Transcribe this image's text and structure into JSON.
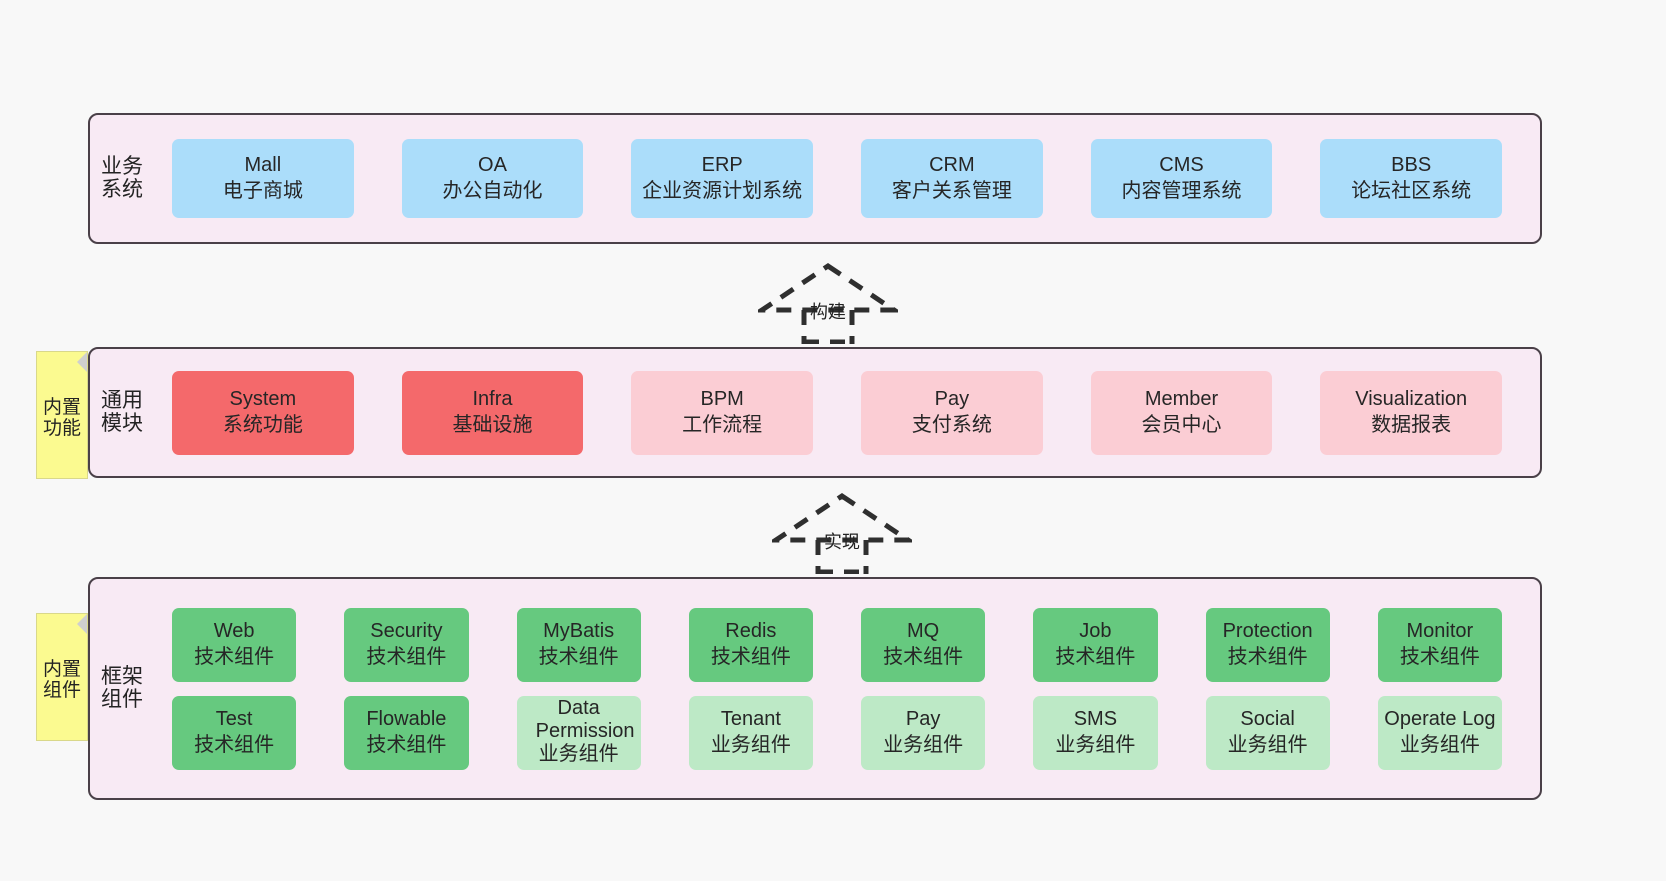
{
  "diagram": {
    "title": "",
    "colors": {
      "layer_bg": "#f8eaf4",
      "layer_border": "#4a4048",
      "blue": "#abddfa",
      "red": "#f4696b",
      "pink": "#fbcdd4",
      "green": "#66c97f",
      "light_green": "#bde9c6",
      "note_yellow": "#fbfa90",
      "canvas_bg": "#f8f8f8"
    }
  },
  "layers": [
    {
      "id": "business-systems",
      "title": "业务系统",
      "rows": [
        [
          {
            "en": "Mall",
            "cn": "电子商城",
            "style": "blue"
          },
          {
            "en": "OA",
            "cn": "办公自动化",
            "style": "blue"
          },
          {
            "en": "ERP",
            "cn": "企业资源计划系统",
            "style": "blue"
          },
          {
            "en": "CRM",
            "cn": "客户关系管理",
            "style": "blue"
          },
          {
            "en": "CMS",
            "cn": "内容管理系统",
            "style": "blue"
          },
          {
            "en": "BBS",
            "cn": "论坛社区系统",
            "style": "blue"
          }
        ]
      ]
    },
    {
      "id": "common-modules",
      "title": "通用模块",
      "note": "内置功能",
      "rows": [
        [
          {
            "en": "System",
            "cn": "系统功能",
            "style": "red"
          },
          {
            "en": "Infra",
            "cn": "基础设施",
            "style": "red"
          },
          {
            "en": "BPM",
            "cn": "工作流程",
            "style": "pink"
          },
          {
            "en": "Pay",
            "cn": "支付系统",
            "style": "pink"
          },
          {
            "en": "Member",
            "cn": "会员中心",
            "style": "pink"
          },
          {
            "en": "Visualization",
            "cn": "数据报表",
            "style": "pink"
          }
        ]
      ]
    },
    {
      "id": "framework-components",
      "title": "框架组件",
      "note": "内置组件",
      "rows": [
        [
          {
            "en": "Web",
            "cn": "技术组件",
            "style": "green"
          },
          {
            "en": "Security",
            "cn": "技术组件",
            "style": "green"
          },
          {
            "en": "MyBatis",
            "cn": "技术组件",
            "style": "green"
          },
          {
            "en": "Redis",
            "cn": "技术组件",
            "style": "green"
          },
          {
            "en": "MQ",
            "cn": "技术组件",
            "style": "green"
          },
          {
            "en": "Job",
            "cn": "技术组件",
            "style": "green"
          },
          {
            "en": "Protection",
            "cn": "技术组件",
            "style": "green"
          },
          {
            "en": "Monitor",
            "cn": "技术组件",
            "style": "green"
          }
        ],
        [
          {
            "en": "Test",
            "cn": "技术组件",
            "style": "green"
          },
          {
            "en": "Flowable",
            "cn": "技术组件",
            "style": "green"
          },
          {
            "en": "Data Permission",
            "cn": "业务组件",
            "style": "lgreen"
          },
          {
            "en": "Tenant",
            "cn": "业务组件",
            "style": "lgreen"
          },
          {
            "en": "Pay",
            "cn": "业务组件",
            "style": "lgreen"
          },
          {
            "en": "SMS",
            "cn": "业务组件",
            "style": "lgreen"
          },
          {
            "en": "Social",
            "cn": "业务组件",
            "style": "lgreen"
          },
          {
            "en": "Operate Log",
            "cn": "业务组件",
            "style": "lgreen"
          }
        ]
      ]
    }
  ],
  "connectors": [
    {
      "id": "build",
      "label": "构建"
    },
    {
      "id": "implement",
      "label": "实现"
    }
  ]
}
